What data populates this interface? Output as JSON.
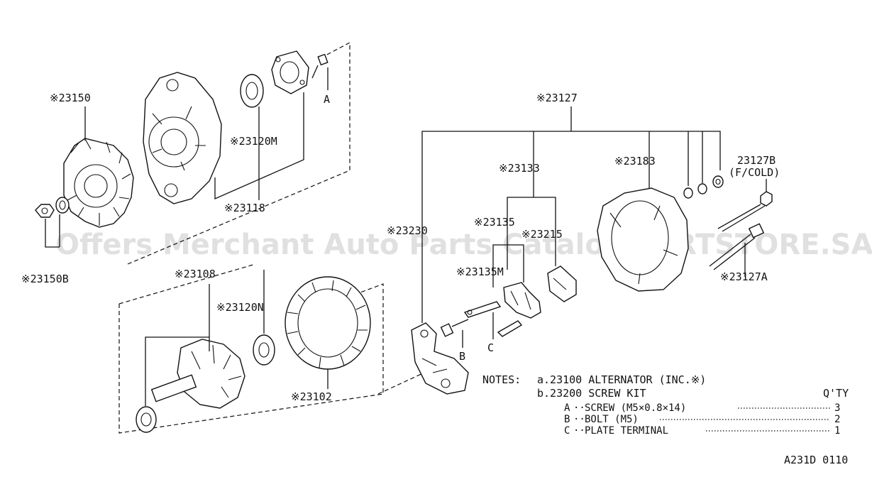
{
  "watermark": "Offers Merchant Auto Parts Catalog PARTSTORE.SA",
  "callouts": {
    "p23150": "※23150",
    "p23150B": "※23150B",
    "p23120M": "※23120M",
    "p23118": "※23118",
    "pA": "A",
    "p23108": "※23108",
    "p23120N": "※23120N",
    "p23102": "※23102",
    "p23127": "※23127",
    "p23133": "※23133",
    "p23183": "※23183",
    "p23127B": "23127B",
    "p23127B_note": "(F/COLD)",
    "p23230": "※23230",
    "p23135": "※23135",
    "p23215": "※23215",
    "p23135M": "※23135M",
    "p23127A": "※23127A",
    "pB": "B",
    "pC": "C"
  },
  "notes": {
    "heading": "NOTES:",
    "line_a": "a.23100 ALTERNATOR (INC.※)",
    "line_b": "b.23200 SCREW KIT",
    "qty_header": "Q'TY",
    "items": [
      {
        "key": "A",
        "desc": "SCREW (M5×0.8×14)",
        "qty": "3"
      },
      {
        "key": "B",
        "desc": "BOLT (M5)",
        "qty": "2"
      },
      {
        "key": "C",
        "desc": "PLATE TERMINAL",
        "qty": "1"
      }
    ]
  },
  "diagram_code": "A231D 0110"
}
